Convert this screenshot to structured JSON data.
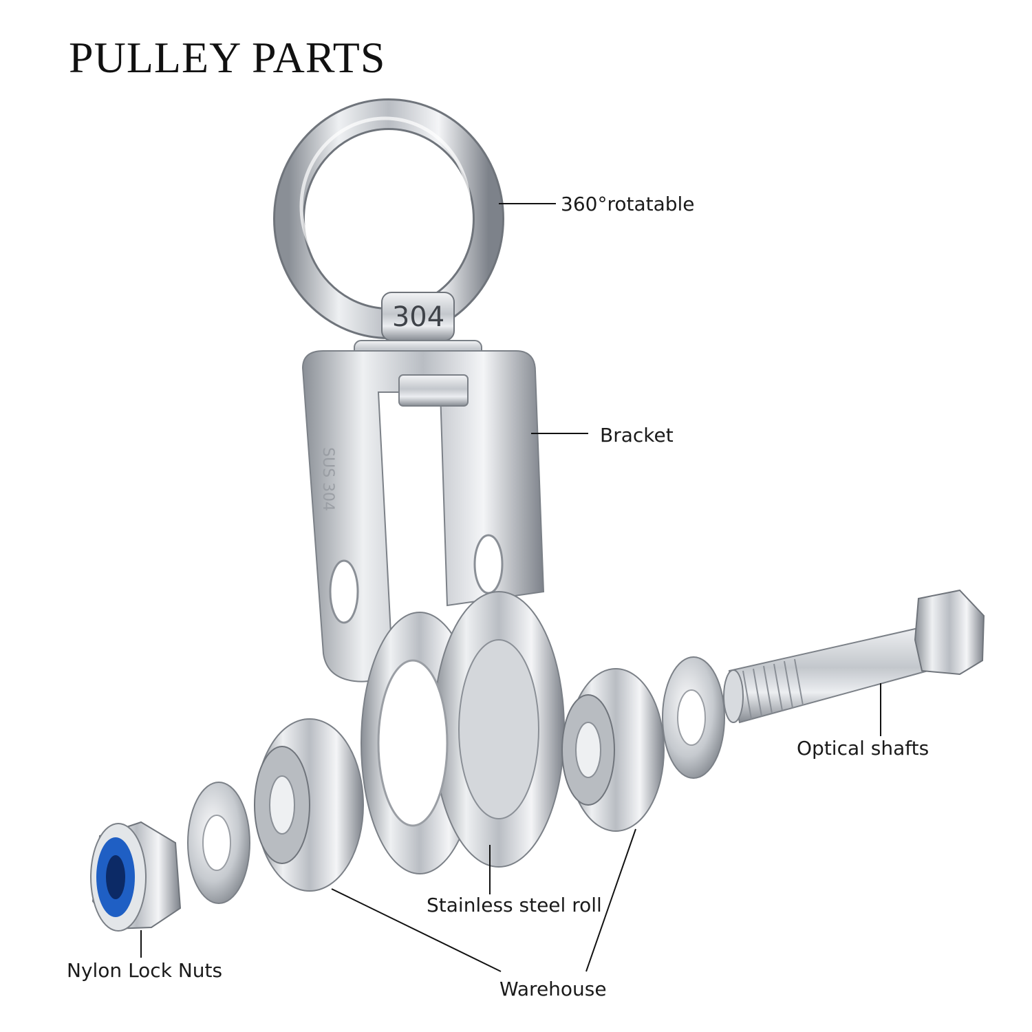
{
  "title": "PULLEY PARTS",
  "eye_bolt_stamp": "304",
  "bracket_stamp": "SUS 304",
  "labels": {
    "rotatable": "360°rotatable",
    "bracket": "Bracket",
    "optical_shafts": "Optical shafts",
    "stainless_steel_roll": "Stainless steel roll",
    "nylon_lock_nuts": "Nylon Lock Nuts",
    "warehouse": "Warehouse"
  },
  "colors": {
    "steel_light": "#f2f4f6",
    "steel_mid": "#c9cdd2",
    "steel_dark": "#7b8087",
    "nylon_insert": "#1f5fc4",
    "leader_line": "#111111"
  }
}
